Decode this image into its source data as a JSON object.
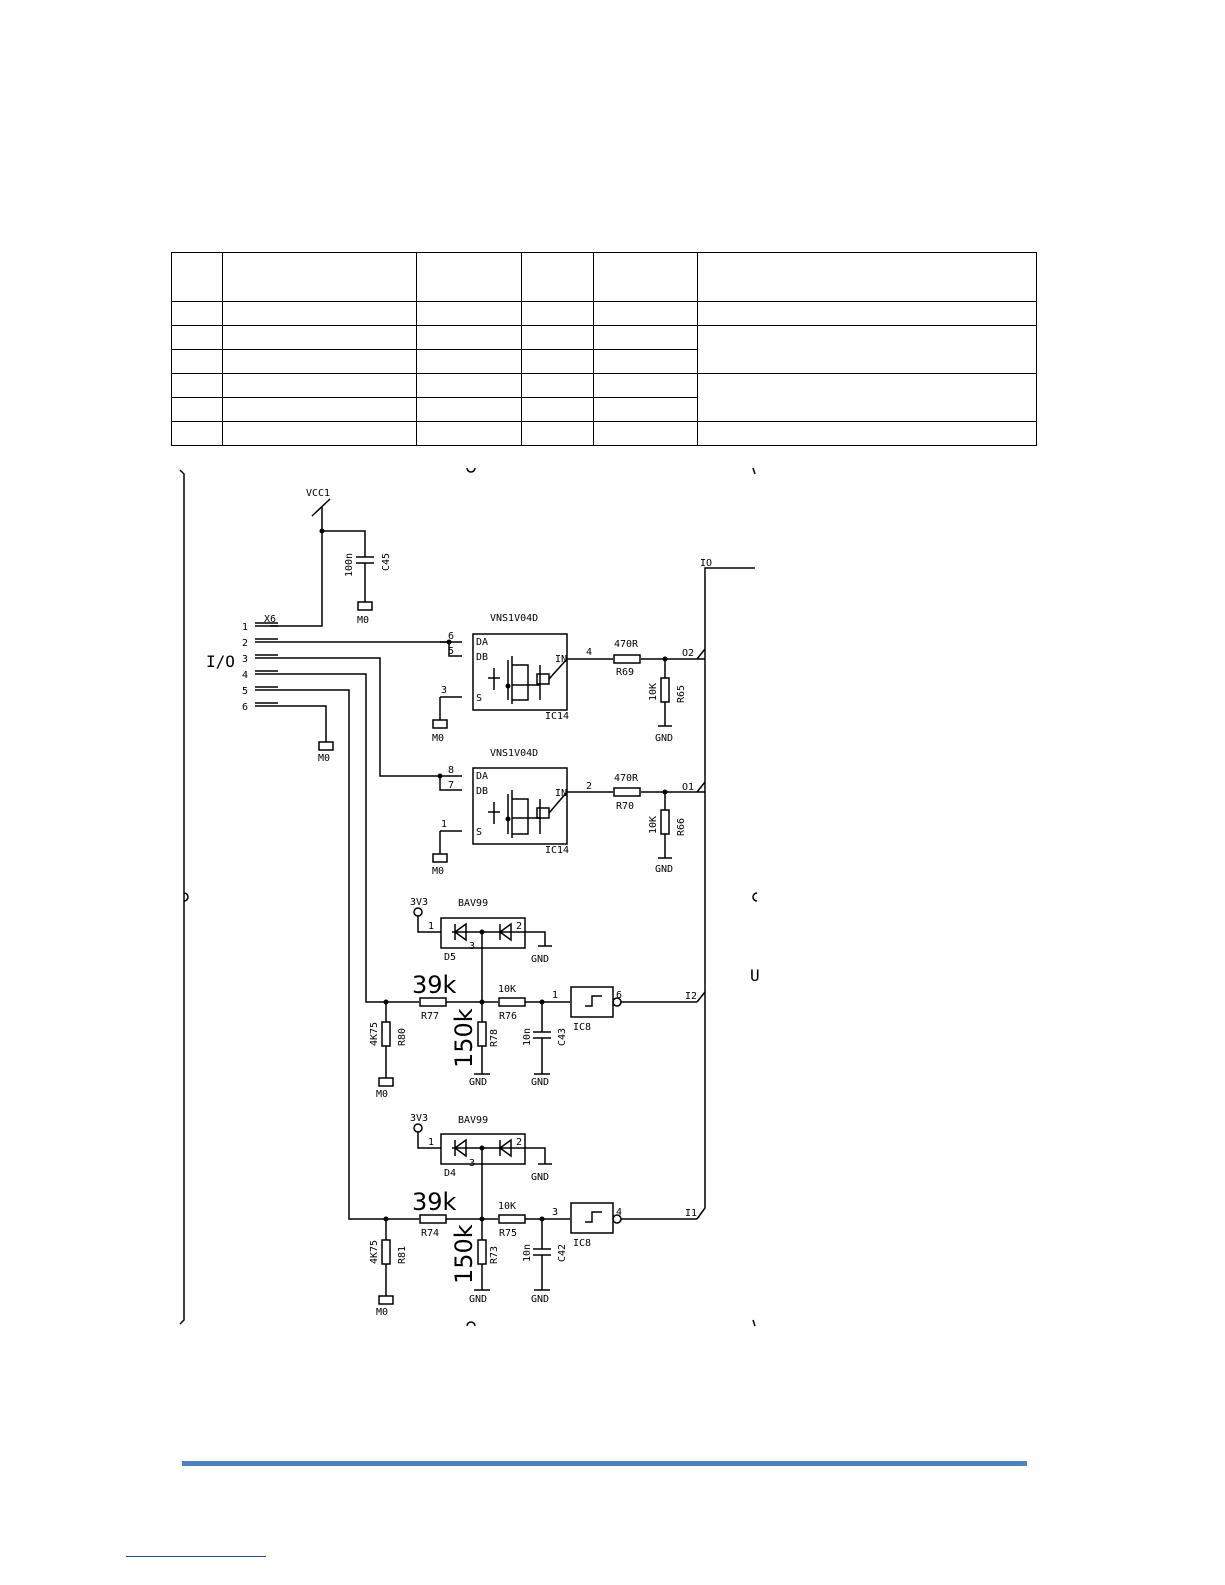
{
  "table": {
    "rows": 6
  },
  "schematic": {
    "vcc": "VCC1",
    "c45": {
      "value": "100n",
      "ref": "C45"
    },
    "m0": "M0",
    "gnd": "GND",
    "v3v3": "3V3",
    "connector": {
      "ref": "X6",
      "label": "I/O",
      "pins": [
        "1",
        "2",
        "3",
        "4",
        "5",
        "6"
      ]
    },
    "ic_top": {
      "part": "VNS1V04D",
      "ref": "IC14",
      "pin_da": "DA",
      "pin_db": "DB",
      "pin_s": "S",
      "pin_in": "IN",
      "da": "6",
      "db": "5",
      "s": "3",
      "in": "4",
      "r_series": {
        "value": "470R",
        "ref": "R69"
      },
      "r_pull": {
        "value": "10K",
        "ref": "R65"
      },
      "net": "O2"
    },
    "ic_bottom": {
      "part": "VNS1V04D",
      "ref": "IC14",
      "pin_da": "DA",
      "pin_db": "DB",
      "pin_s": "S",
      "pin_in": "IN",
      "da": "8",
      "db": "7",
      "s": "1",
      "in": "2",
      "r_series": {
        "value": "470R",
        "ref": "R70"
      },
      "r_pull": {
        "value": "10K",
        "ref": "R66"
      },
      "net": "O1"
    },
    "input_top": {
      "diode": "BAV99",
      "diode_ref": "D5",
      "d_pin1": "1",
      "d_pin2": "2",
      "d_pin3": "3",
      "r_in": {
        "value": "39k",
        "ref": "R77"
      },
      "r_div": {
        "value": "150k",
        "ref": "R78"
      },
      "r_ser": {
        "value": "10K",
        "ref": "R76"
      },
      "c": {
        "value": "10n",
        "ref": "C43"
      },
      "r_gnd": {
        "value": "4K75",
        "ref": "R80"
      },
      "gate": "IC8",
      "gate_in": "1",
      "gate_out": "6",
      "net": "I2"
    },
    "input_bottom": {
      "diode": "BAV99",
      "diode_ref": "D4",
      "d_pin1": "1",
      "d_pin2": "2",
      "d_pin3": "3",
      "r_in": {
        "value": "39k",
        "ref": "R74"
      },
      "r_div": {
        "value": "150k",
        "ref": "R73"
      },
      "r_ser": {
        "value": "10K",
        "ref": "R75"
      },
      "c": {
        "value": "10n",
        "ref": "C42"
      },
      "r_gnd": {
        "value": "4K75",
        "ref": "R81"
      },
      "gate": "IC8",
      "gate_in": "3",
      "gate_out": "4",
      "net": "I1"
    },
    "bus": "IO",
    "edge_char": "U"
  }
}
